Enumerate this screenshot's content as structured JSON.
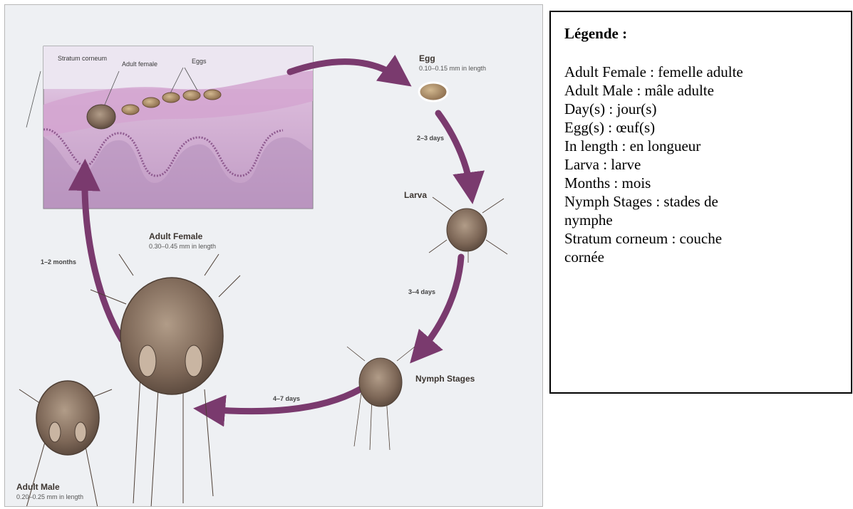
{
  "figure": {
    "labels": {
      "stratum_corneum": "Stratum corneum",
      "adult_female_small": "Adult female",
      "eggs": "Eggs"
    },
    "stages": {
      "egg": {
        "name": "Egg",
        "size": "0.10–0.15 mm in length"
      },
      "larva": {
        "name": "Larva"
      },
      "nymph": {
        "name": "Nymph Stages"
      },
      "adult_female": {
        "name": "Adult Female",
        "size": "0.30–0.45 mm in length"
      },
      "adult_male": {
        "name": "Adult Male",
        "size": "0.20–0.25 mm in length"
      }
    },
    "durations": {
      "egg_to_larva": "2–3 days",
      "larva_to_nymph": "3–4 days",
      "nymph_to_adult": "4–7 days",
      "adult_to_skin": "1–2 months"
    },
    "colors": {
      "arrow": "#7a3a6e",
      "skin": "#c79bc7",
      "mite_body": "#8a7565",
      "egg": "#a88a66"
    }
  },
  "legend": {
    "title": "Légende :",
    "entries": [
      "Adult Female : femelle adulte",
      "Adult Male : mâle adulte",
      "Day(s) : jour(s)",
      "Egg(s) : œuf(s)",
      "In length : en longueur",
      "Larva : larve",
      "Months : mois",
      "Nymph Stages : stades de",
      "nymphe",
      "Stratum corneum : couche",
      "cornée"
    ]
  }
}
